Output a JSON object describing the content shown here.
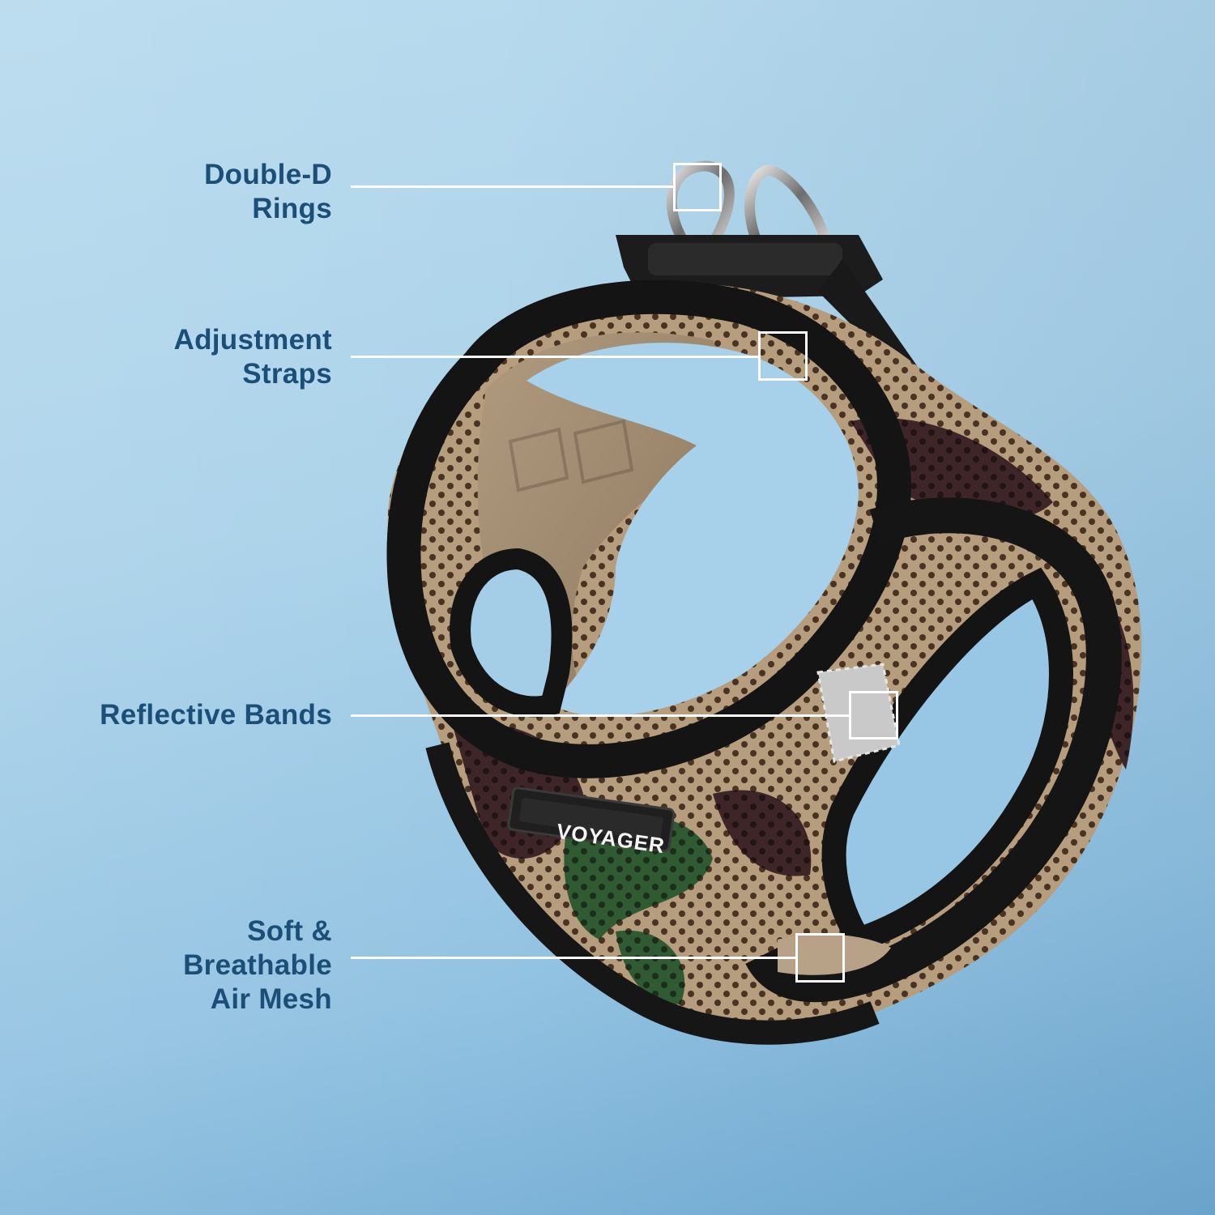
{
  "infographic": {
    "product": "Dog harness (camouflage air-mesh step-in harness)",
    "brand_badge": "VOYAGER",
    "background_colors": {
      "top": "#b9dbee",
      "bottom": "#73acd3"
    },
    "label_color": "#1b4f78",
    "callout_color": "#ffffff",
    "callouts": [
      {
        "id": "double-d-rings",
        "lines": [
          "Double-D",
          "Rings"
        ]
      },
      {
        "id": "adjustment-straps",
        "lines": [
          "Adjustment",
          "Straps"
        ]
      },
      {
        "id": "reflective-bands",
        "lines": [
          "Reflective Bands"
        ]
      },
      {
        "id": "soft-breathable-air-mesh",
        "lines": [
          "Soft &",
          "Breathable",
          "Air Mesh"
        ]
      }
    ]
  }
}
